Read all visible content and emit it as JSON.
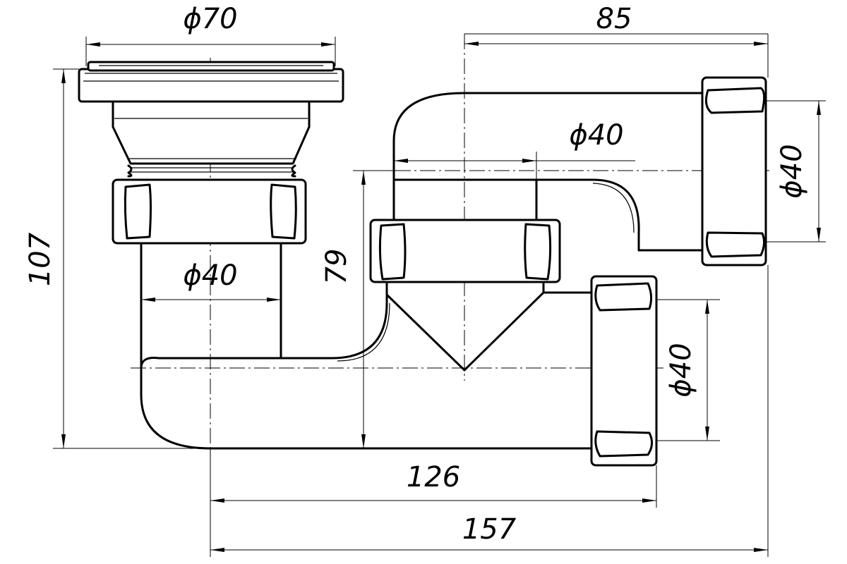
{
  "dimensions": {
    "top_outlet_diameter": "ϕ70",
    "top_right_length": "85",
    "overall_height": "107",
    "inlet_diameter": "ϕ40",
    "upper_pipe_diameter": "ϕ40",
    "inlet_height": "79",
    "right_upper_diameter": "ϕ40",
    "right_lower_diameter": "ϕ40",
    "mid_length": "126",
    "overall_length": "157"
  }
}
